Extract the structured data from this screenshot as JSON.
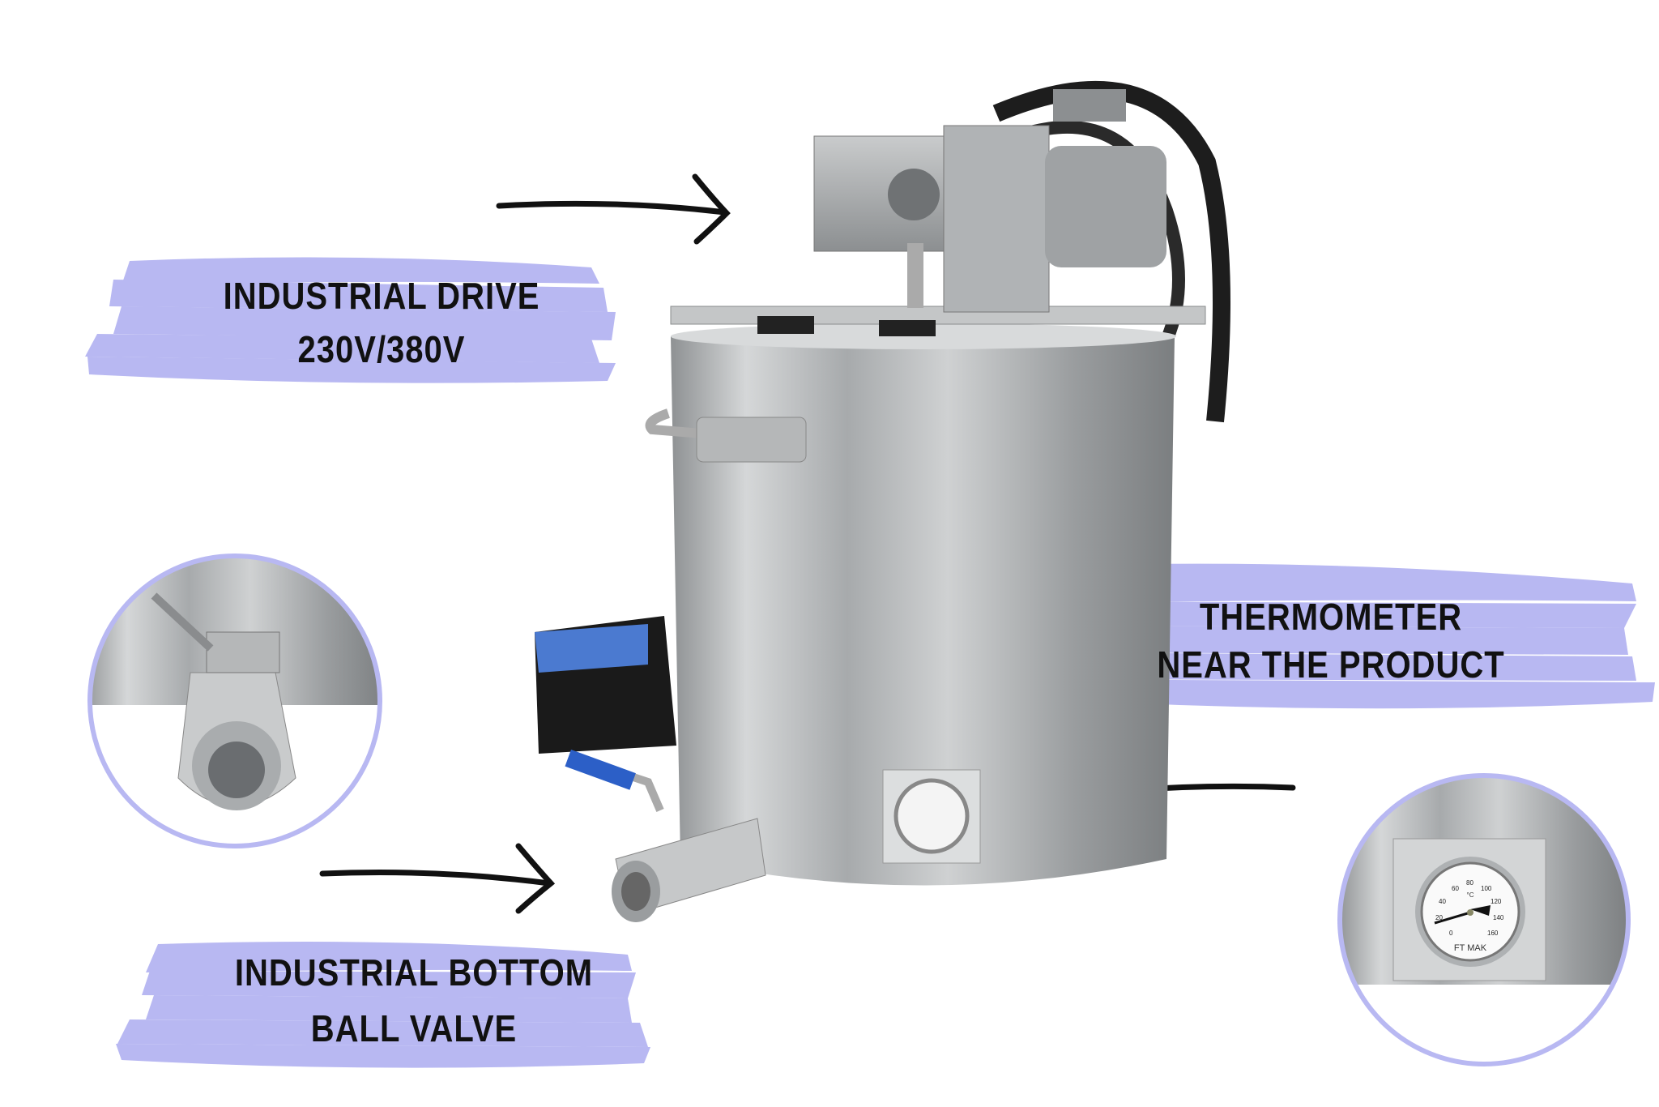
{
  "callouts": {
    "drive": {
      "line1": "INDUSTRIAL DRIVE",
      "line2": "230V/380V"
    },
    "thermometer": {
      "line1": "THERMOMETER",
      "line2": "NEAR THE PRODUCT"
    },
    "valve": {
      "line1": "INDUSTRIAL BOTTOM",
      "line2": "BALL VALVE"
    }
  },
  "thermometer_dial": {
    "brand": "FT MAK",
    "unit": "°C",
    "ticks": [
      "0",
      "20",
      "40",
      "60",
      "80",
      "100",
      "120",
      "140",
      "160"
    ]
  },
  "colors": {
    "brush": "#b8b8f2",
    "circle_border": "#b8b8f2",
    "steel": "#bfc1c3",
    "arrow": "#111111"
  }
}
